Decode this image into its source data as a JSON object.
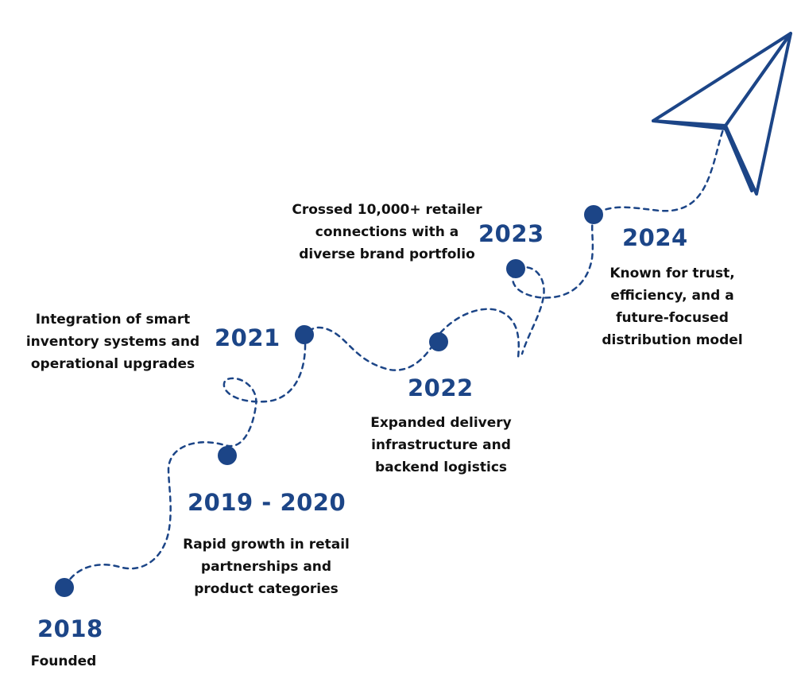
{
  "colors": {
    "accent": "#1c4587",
    "text": "#111111"
  },
  "milestones": [
    {
      "year": "2018",
      "lines": [
        "Founded"
      ]
    },
    {
      "year": "2019 - 2020",
      "lines": [
        "Rapid growth in retail",
        "partnerships and",
        "product categories"
      ]
    },
    {
      "year": "2021",
      "lines": [
        "Integration of smart",
        "inventory systems and",
        "operational upgrades"
      ]
    },
    {
      "year": "2022",
      "lines": [
        "Expanded delivery",
        "infrastructure and",
        "backend logistics"
      ]
    },
    {
      "year": "2023",
      "lines": [
        "Crossed 10,000+ retailer",
        "connections with a",
        "diverse brand portfolio"
      ]
    },
    {
      "year": "2024",
      "lines": [
        "Known for trust,",
        "efficiency, and a",
        "future-focused",
        "distribution model"
      ]
    }
  ],
  "icons": {
    "end": "paper-plane-icon",
    "marker": "milestone-dot-icon"
  }
}
